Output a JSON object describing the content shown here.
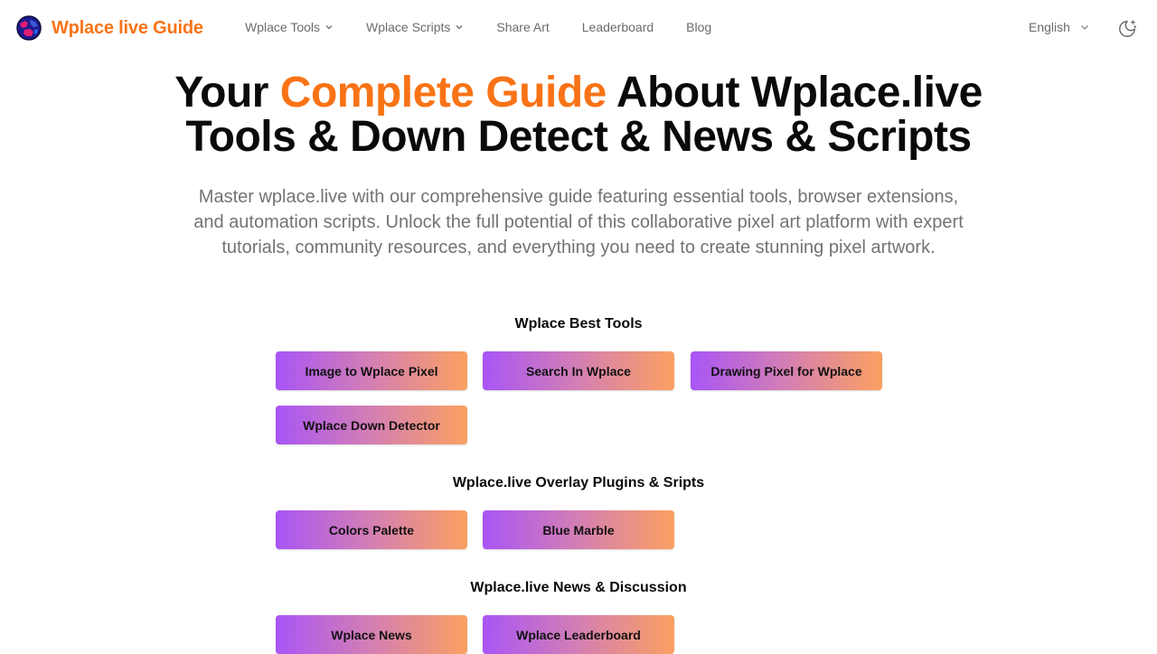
{
  "header": {
    "brand_name": "Wplace live Guide",
    "nav": [
      {
        "label": "Wplace Tools",
        "has_dropdown": true
      },
      {
        "label": "Wplace Scripts",
        "has_dropdown": true
      },
      {
        "label": "Share Art",
        "has_dropdown": false
      },
      {
        "label": "Leaderboard",
        "has_dropdown": false
      },
      {
        "label": "Blog",
        "has_dropdown": false
      }
    ],
    "language": "English"
  },
  "hero": {
    "title_line1_pre": "Your ",
    "title_line1_accent": "Complete Guide",
    "title_line1_post": " About Wplace.live",
    "title_line2": "Tools & Down Detect & News & Scripts",
    "description": "Master wplace.live with our comprehensive guide featuring essential tools, browser extensions, and automation scripts. Unlock the full potential of this collaborative pixel art platform with expert tutorials, community resources, and everything you need to create stunning pixel artwork."
  },
  "sections": [
    {
      "title": "Wplace Best Tools",
      "buttons": [
        "Image to Wplace Pixel",
        "Search In Wplace",
        "Drawing Pixel for Wplace",
        "Wplace Down Detector"
      ]
    },
    {
      "title": "Wplace.live Overlay Plugins & Sripts",
      "buttons": [
        "Colors Palette",
        "Blue Marble"
      ]
    },
    {
      "title": "Wplace.live News & Discussion",
      "buttons": [
        "Wplace News",
        "Wplace Leaderboard"
      ]
    }
  ],
  "colors": {
    "brand": "#f97316",
    "gradient_start": "#a855f7",
    "gradient_end": "#fba061",
    "muted_text": "#737373"
  },
  "icons": [
    "globe-logo-icon",
    "chevron-down-icon",
    "moon-stars-icon"
  ]
}
